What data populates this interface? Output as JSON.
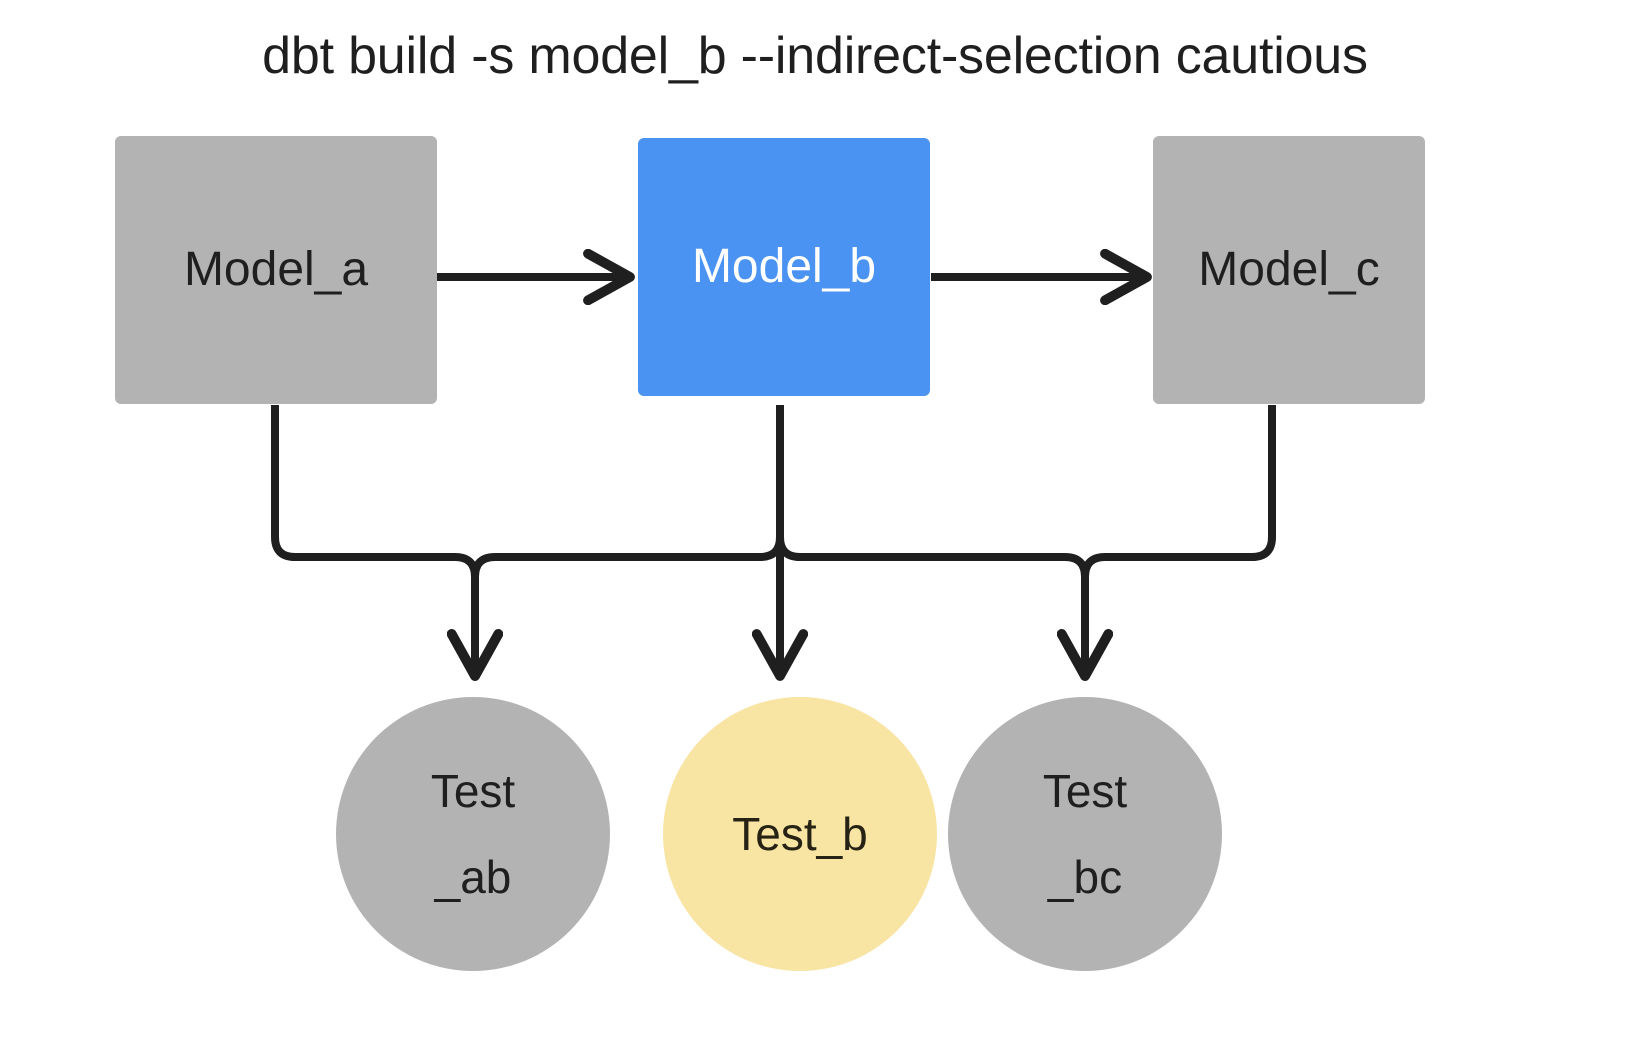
{
  "title": "dbt build -s model_b --indirect-selection cautious",
  "colors": {
    "background": "#ffffff",
    "node_default": "#b3b3b3",
    "node_selected": "#4a93f2",
    "node_test_selected": "#f8e5a4",
    "edge": "#1f1f1f",
    "text_dark": "#1f1f1f",
    "text_light": "#ffffff"
  },
  "models": [
    {
      "id": "model_a",
      "label": "Model_a",
      "state": "unselected",
      "color": "#b3b3b3"
    },
    {
      "id": "model_b",
      "label": "Model_b",
      "state": "selected",
      "color": "#4a93f2"
    },
    {
      "id": "model_c",
      "label": "Model_c",
      "state": "unselected",
      "color": "#b3b3b3"
    }
  ],
  "tests": [
    {
      "id": "test_ab",
      "label_line1": "Test",
      "label_line2": "_ab",
      "state": "unselected",
      "color": "#b3b3b3"
    },
    {
      "id": "test_b",
      "label_line1": "Test_b",
      "label_line2": "",
      "state": "selected",
      "color": "#f8e5a4"
    },
    {
      "id": "test_bc",
      "label_line1": "Test",
      "label_line2": "_bc",
      "state": "unselected",
      "color": "#b3b3b3"
    }
  ],
  "edges": [
    {
      "from": "model_a",
      "to": "model_b",
      "kind": "horizontal-arrow"
    },
    {
      "from": "model_b",
      "to": "model_c",
      "kind": "horizontal-arrow"
    },
    {
      "from": "model_a",
      "to": "test_ab",
      "kind": "orthogonal-arrow"
    },
    {
      "from": "model_b",
      "to": "test_ab",
      "kind": "orthogonal-arrow"
    },
    {
      "from": "model_b",
      "to": "test_b",
      "kind": "vertical-arrow"
    },
    {
      "from": "model_b",
      "to": "test_bc",
      "kind": "orthogonal-arrow"
    },
    {
      "from": "model_c",
      "to": "test_bc",
      "kind": "orthogonal-arrow"
    }
  ]
}
